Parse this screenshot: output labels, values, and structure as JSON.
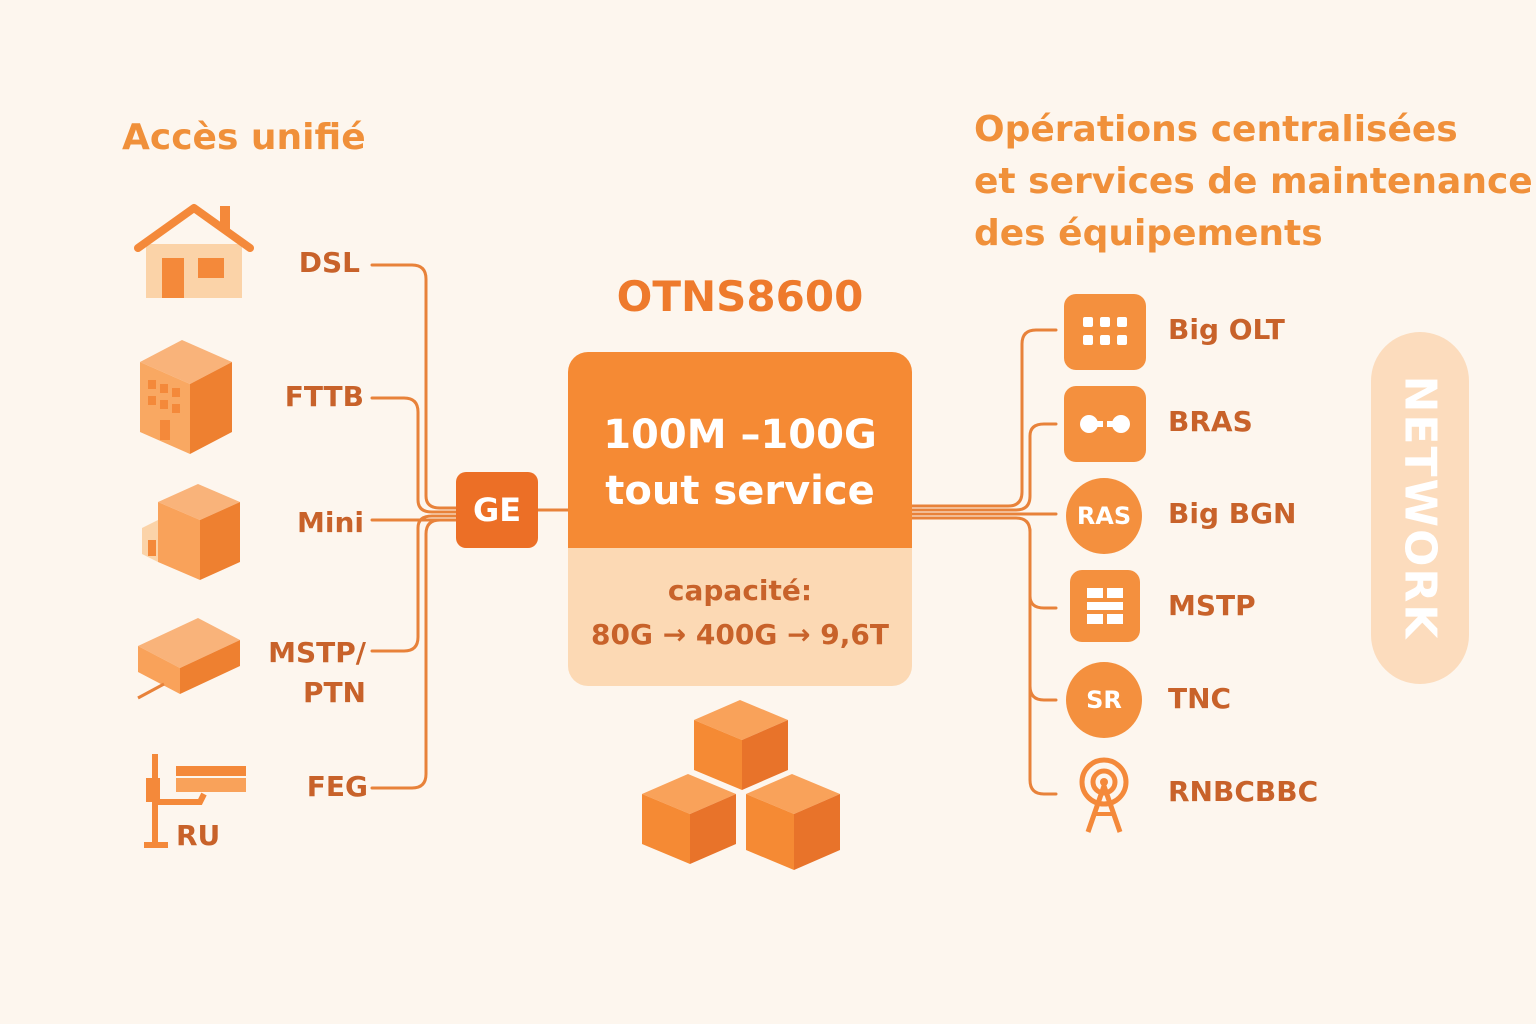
{
  "left": {
    "heading": "Accès unifié",
    "items": [
      {
        "label": "DSL",
        "icon": "house-icon"
      },
      {
        "label": "FTTB",
        "icon": "building-icon"
      },
      {
        "label": "Mini",
        "icon": "mini-block-icon"
      },
      {
        "label": "MSTP/",
        "label2": "PTN",
        "icon": "box-device-icon"
      },
      {
        "label": "FEG",
        "icon": "antenna-mount-icon",
        "sublabel": "RU"
      }
    ]
  },
  "center": {
    "title": "OTNS8600",
    "aggregator": "GE",
    "main_line1": "100M –100G",
    "main_line2": "tout service",
    "capacity_label": "capacité:",
    "capacity_value": "80G → 400G → 9,6T"
  },
  "right": {
    "heading_line1": "Opérations centralisées",
    "heading_line2": "et services de maintenance",
    "heading_line3": "des équipements",
    "items": [
      {
        "label": "Big OLT",
        "icon": "grid-icon"
      },
      {
        "label": "BRAS",
        "icon": "link-icon"
      },
      {
        "label": "Big BGN",
        "icon_text": "RAS"
      },
      {
        "label": "MSTP",
        "icon": "panel-icon"
      },
      {
        "label": "TNC",
        "icon_text": "SR"
      },
      {
        "label": "RNBCBBC",
        "icon": "tower-icon"
      }
    ],
    "side_label": "NETWORK"
  },
  "colors": {
    "background": "#fdf6ee",
    "accent": "#f58a34",
    "accent_dark": "#ec6f26",
    "text": "#c8622a",
    "light": "#fcd9b4"
  }
}
